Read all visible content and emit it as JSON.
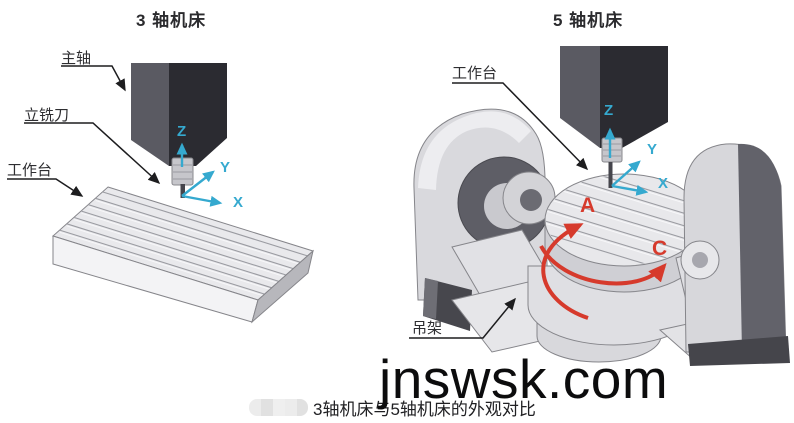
{
  "left_panel": {
    "title": "3 轴机床",
    "labels": {
      "spindle": "主轴",
      "end_mill": "立铣刀",
      "worktable": "工作台"
    },
    "axes": {
      "x": "X",
      "y": "Y",
      "z": "Z"
    }
  },
  "right_panel": {
    "title": "5 轴机床",
    "labels": {
      "worktable": "工作台",
      "cradle": "吊架"
    },
    "axes": {
      "x": "X",
      "y": "Y",
      "z": "Z"
    },
    "rotation_axes": {
      "a": "A",
      "c": "C"
    }
  },
  "watermark": {
    "text": "jnswsk.com"
  },
  "caption": {
    "text": "3轴机床与5轴机床的外观对比"
  },
  "colors": {
    "axis_cyan": "#35a9cf",
    "rotation_red": "#d63a2c",
    "callout_black": "#1d1d1f",
    "machine_light_gray": "#e8e8eb",
    "machine_dark_gray": "#2b2b31"
  }
}
